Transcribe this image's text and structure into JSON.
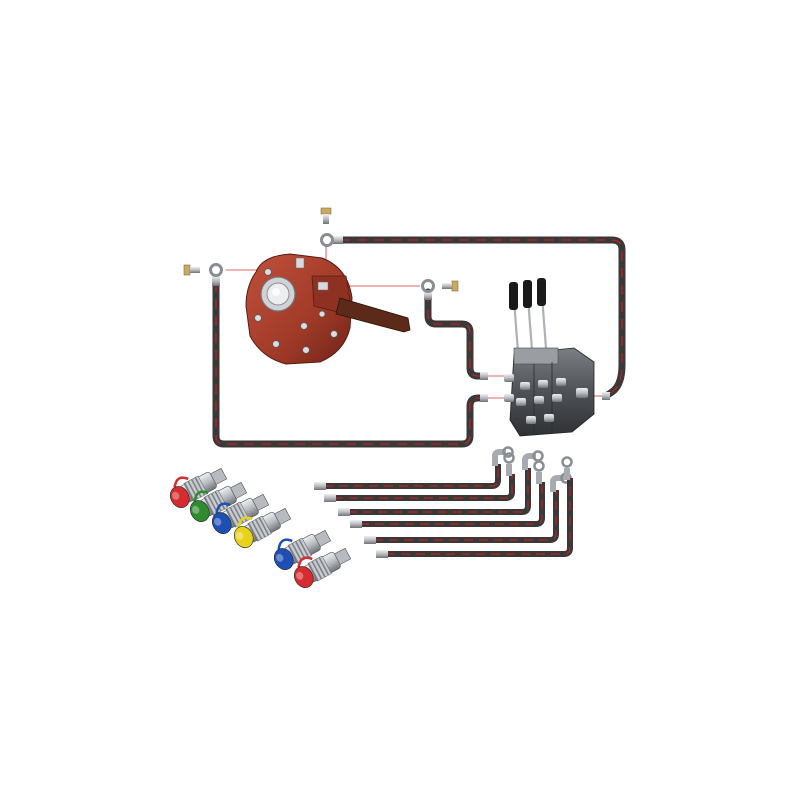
{
  "diagram": {
    "kind": "hydraulic kit exploded view",
    "colors": {
      "background": "#ffffff",
      "hose": "#3b3838",
      "hose_stripe": "#b3262a",
      "pump_body": "#a83d2b",
      "pump_shadow": "#6e2318",
      "steel": "#c7c9cc",
      "steel_dark": "#6f7378",
      "valve_body": "#55585c",
      "lever_knob": "#1a1a1a",
      "leader_line": "#d9333a",
      "cap_red": "#d62c2f",
      "cap_green": "#2e8b2f",
      "cap_blue": "#1d4fb5",
      "cap_yellow": "#e8d31a",
      "coupler_spring": "#b9bdc2"
    },
    "parts": {
      "pump": {
        "label": "pto-pump-icon"
      },
      "control_valve": {
        "label": "control-valve-icon",
        "sections": 3,
        "levers": 3
      },
      "banjo_bolts": {
        "count": 3
      },
      "long_hoses": {
        "count": 3
      },
      "work_hoses": {
        "count": 6
      },
      "quick_couplers": {
        "count": 6,
        "cap_colors": [
          "red",
          "green",
          "blue",
          "yellow",
          "blue",
          "red"
        ]
      }
    }
  }
}
